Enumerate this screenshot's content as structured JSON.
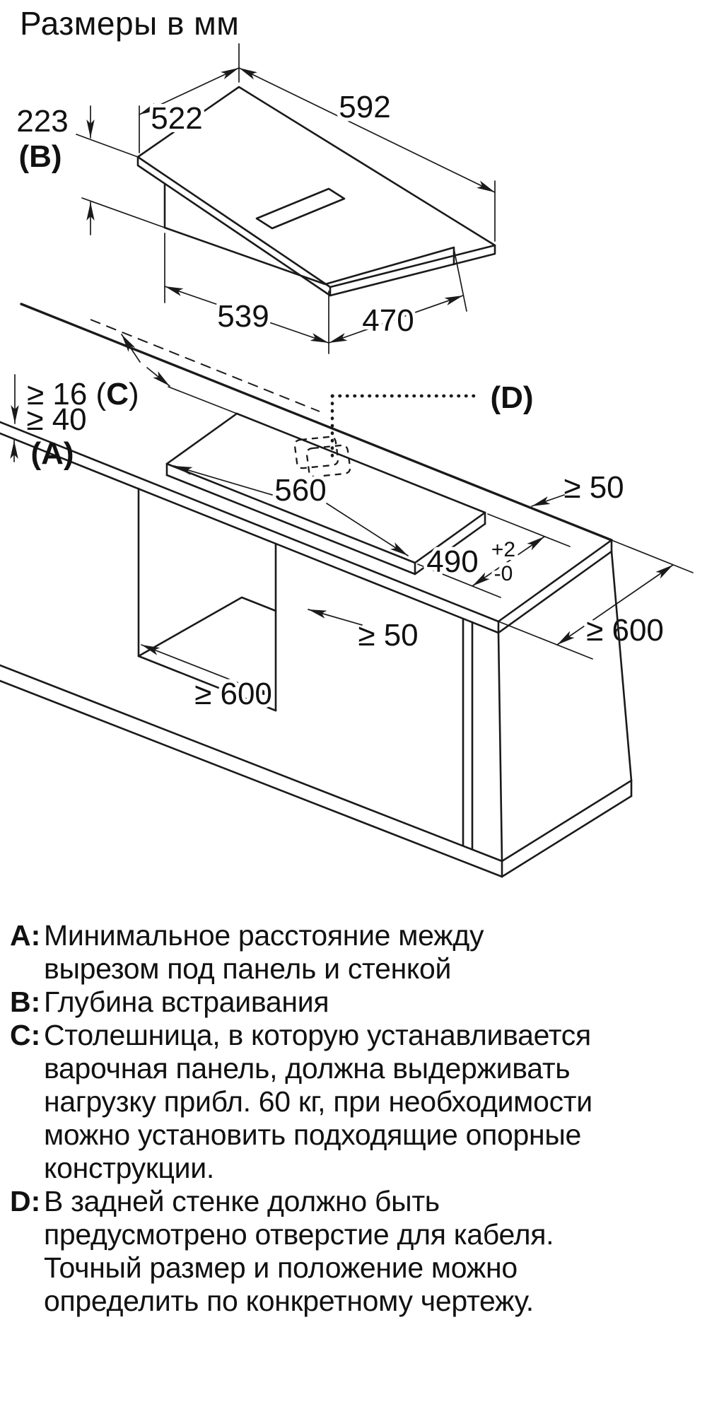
{
  "title": "Размеры в мм",
  "colors": {
    "line": "#1a1a1a",
    "background": "#ffffff"
  },
  "hob_drawing": {
    "top_width": "592",
    "top_depth": "522",
    "install_depth": "223",
    "install_depth_ref": "(B)",
    "body_width": "539",
    "body_depth": "470"
  },
  "install_drawing": {
    "worktop_thickness_prefix": "≥ 16 (",
    "worktop_thickness_key": "C",
    "worktop_thickness_suffix": ")",
    "wall_distance": "≥ 40",
    "wall_distance_ref": "(A)",
    "cable_hole_ref": "(D)",
    "cutout_width": "560",
    "cutout_depth": "490",
    "cutout_depth_tol_plus": "+2",
    "cutout_depth_tol_minus": "-0",
    "side_clearance": "≥ 50",
    "front_clearance": "≥ 50",
    "worktop_depth_min": "≥ 600",
    "cabinet_width_min": "≥ 600"
  },
  "legend": [
    {
      "key": "A:",
      "lines": [
        "Минимальное расстояние между",
        "вырезом под панель и стенкой"
      ]
    },
    {
      "key": "B:",
      "lines": [
        "Глубина встраивания"
      ]
    },
    {
      "key": "C:",
      "lines": [
        "Столешница, в которую устанавливается",
        "варочная панель, должна выдерживать",
        "нагрузку прибл. 60 кг, при необходимости",
        "можно установить подходящие опорные",
        "конструкции."
      ]
    },
    {
      "key": "D:",
      "lines": [
        "В задней стенке должно быть",
        "предусмотрено отверстие для кабеля.",
        "Точный размер и положение можно",
        "определить по конкретному чертежу."
      ]
    }
  ]
}
